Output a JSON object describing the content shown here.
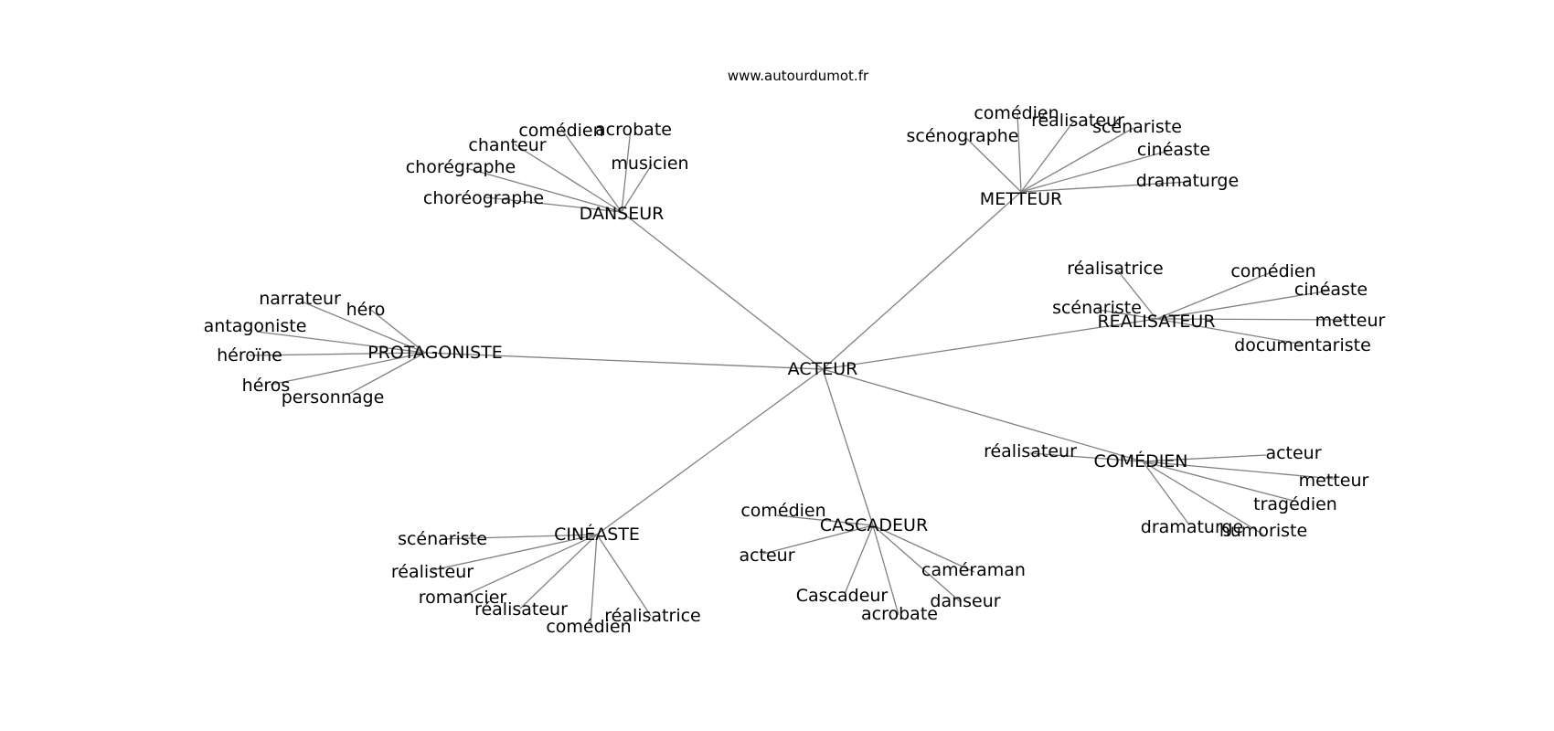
{
  "site": "www.autourdumot.fr",
  "root": "ACTEUR",
  "groups": [
    {
      "label": "DANSEUR",
      "children": [
        "comédien",
        "acrobate",
        "chanteur",
        "musicien",
        "chorégraphe",
        "choréographe"
      ]
    },
    {
      "label": "METTEUR",
      "children": [
        "comédien",
        "réalisateur",
        "scénographe",
        "scénariste",
        "cinéaste",
        "dramaturge"
      ]
    },
    {
      "label": "RÉALISATEUR",
      "children": [
        "réalisatrice",
        "comédien",
        "cinéaste",
        "scénariste",
        "metteur",
        "documentariste"
      ]
    },
    {
      "label": "PROTAGONISTE",
      "children": [
        "narrateur",
        "héro",
        "antagoniste",
        "héroïne",
        "héros",
        "personnage"
      ]
    },
    {
      "label": "COMÉDIEN",
      "children": [
        "réalisateur",
        "acteur",
        "metteur",
        "tragédien",
        "dramaturge",
        "humoriste"
      ]
    },
    {
      "label": "CASCADEUR",
      "children": [
        "comédien",
        "acteur",
        "caméraman",
        "Cascadeur",
        "danseur",
        "acrobate"
      ]
    },
    {
      "label": "CINÉASTE",
      "children": [
        "scénariste",
        "réalisteur",
        "romancier",
        "réalisateur",
        "comédien",
        "réalisatrice"
      ]
    }
  ]
}
